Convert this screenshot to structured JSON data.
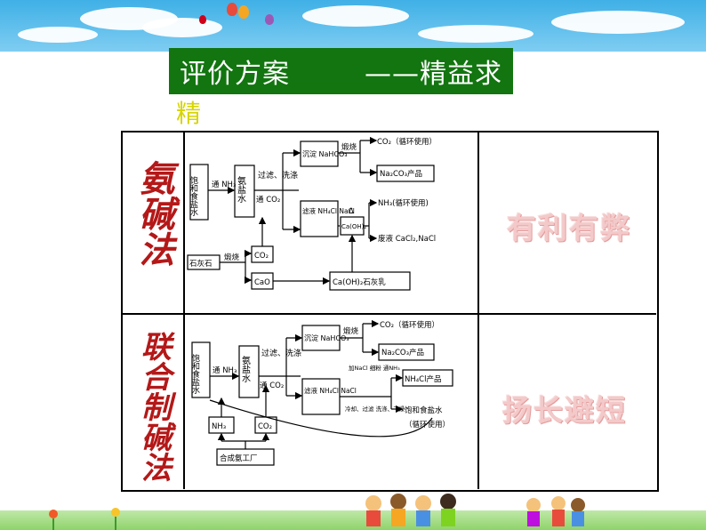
{
  "header": {
    "title_main": "评价方案",
    "title_sub": "——精益求",
    "title_wrap": "精"
  },
  "rows": [
    {
      "method": "氨碱法",
      "evaluation": "有利有弊",
      "diagram": {
        "raw_materials": "饱和食盐水",
        "step_nh3": "通 NH₃",
        "ammonia_brine": "氨盐水",
        "step_co2": "通 CO₂",
        "filter_wash": "过滤、洗涤",
        "precipitate": "沉淀 NaHCO₃",
        "calcine": "煅烧",
        "co2_recycle": "CO₂（循环使用）",
        "product": "Na₂CO₃产品",
        "filtrate": "滤液 NH₄Cl NaCl",
        "delta": "Δ",
        "caoh2_small": "Ca(OH)₂",
        "nh3_recycle": "NH₃(循环使用)",
        "waste": "废液 CaCl₂,NaCl",
        "limestone": "石灰石",
        "calcine2": "煅烧",
        "co2": "CO₂",
        "cao": "CaO",
        "lime_milk": "Ca(OH)₂石灰乳"
      }
    },
    {
      "method": "联合制碱法",
      "evaluation": "扬长避短",
      "diagram": {
        "raw_materials": "饱和食盐水",
        "step_nh3": "通 NH₃",
        "ammonia_brine": "氨盐水",
        "step_co2": "通 CO₂",
        "filter_wash": "过滤、洗涤",
        "precipitate": "沉淀 NaHCO₃",
        "calcine": "煅烧",
        "co2_recycle": "CO₂（循环使用）",
        "product": "Na₂CO₃产品",
        "filtrate": "滤液 NH₄Cl NaCl",
        "add_nacl": "加NaCl 细粉 通NH₃",
        "cool_filter": "冷却、过滤 洗涤、干燥",
        "nh4cl_product": "NH₄Cl产品",
        "brine_recycle": "饱和食盐水",
        "brine_recycle_note": "（循环使用）",
        "nh3": "NH₃",
        "co2": "CO₂",
        "ammonia_plant": "合成氨工厂"
      }
    }
  ],
  "colors": {
    "title_bg": "#12750f",
    "title_text": "#ffffff",
    "title_wrap": "#d6d400",
    "method_text": "#b41818",
    "eval_text": "#f3c9c9"
  },
  "decor_icons": [
    "cloud-icon",
    "balloon-icon",
    "grass-icon",
    "kids-icon",
    "flower-icon"
  ]
}
